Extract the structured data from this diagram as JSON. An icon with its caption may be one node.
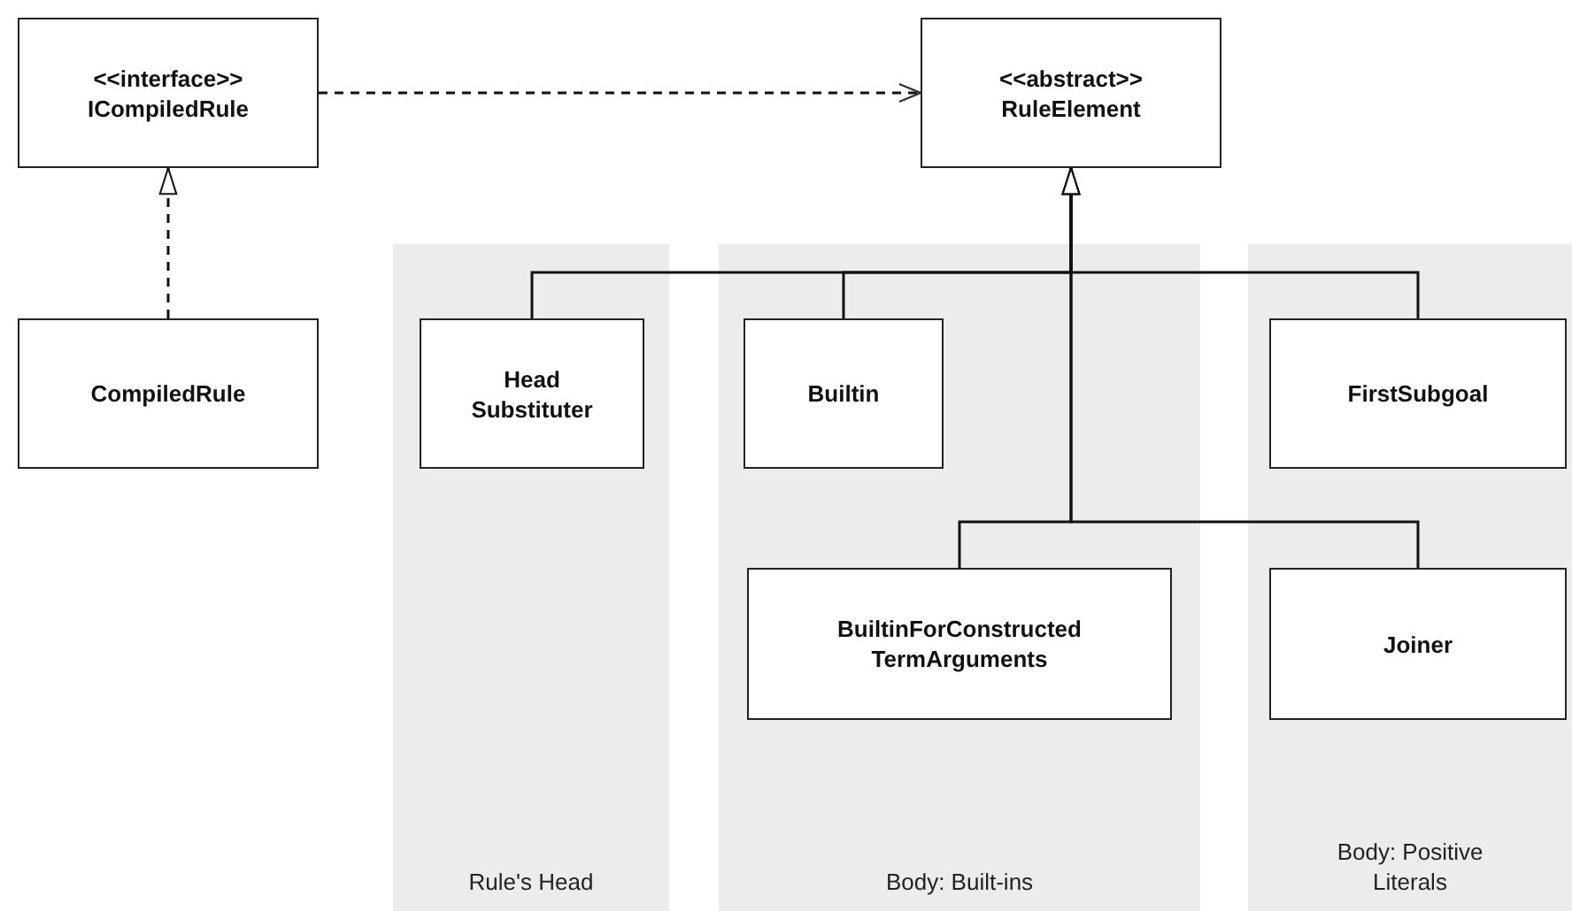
{
  "diagram": {
    "nodes": [
      {
        "text": [
          "<<interface>>",
          "ICompiledRule"
        ]
      },
      {
        "text": [
          "<<abstract>>",
          "RuleElement"
        ]
      },
      {
        "text": [
          "CompiledRule"
        ]
      },
      {
        "text": [
          "Rule's Head"
        ]
      },
      {
        "text": [
          "Head Substituter"
        ],
        "in": 3
      },
      {
        "text": [
          "Body: Built-ins"
        ]
      },
      {
        "text": [
          "Builtin"
        ],
        "in": 5
      },
      {
        "text": [
          "BuiltinForConstructed TermArguments"
        ],
        "in": 5
      },
      {
        "text": [
          "Body: Positive Literals"
        ]
      },
      {
        "text": [
          "FirstSubgoal"
        ],
        "in": 8
      },
      {
        "text": [
          "Joiner"
        ],
        "in": 8
      }
    ],
    "edges": [
      {
        "from": 0,
        "to": 1,
        "arrow": "to",
        "style": "dashed"
      },
      {
        "from": 2,
        "to": 0,
        "arrow": "to",
        "style": "dashed"
      },
      {
        "from": 4,
        "to": 1,
        "arrow": "to"
      },
      {
        "from": 6,
        "to": 1,
        "arrow": "to"
      },
      {
        "from": 9,
        "to": 1,
        "arrow": "to"
      },
      {
        "from": 7,
        "to": 1,
        "arrow": "to"
      },
      {
        "from": 10,
        "to": 1,
        "arrow": "to"
      }
    ]
  }
}
